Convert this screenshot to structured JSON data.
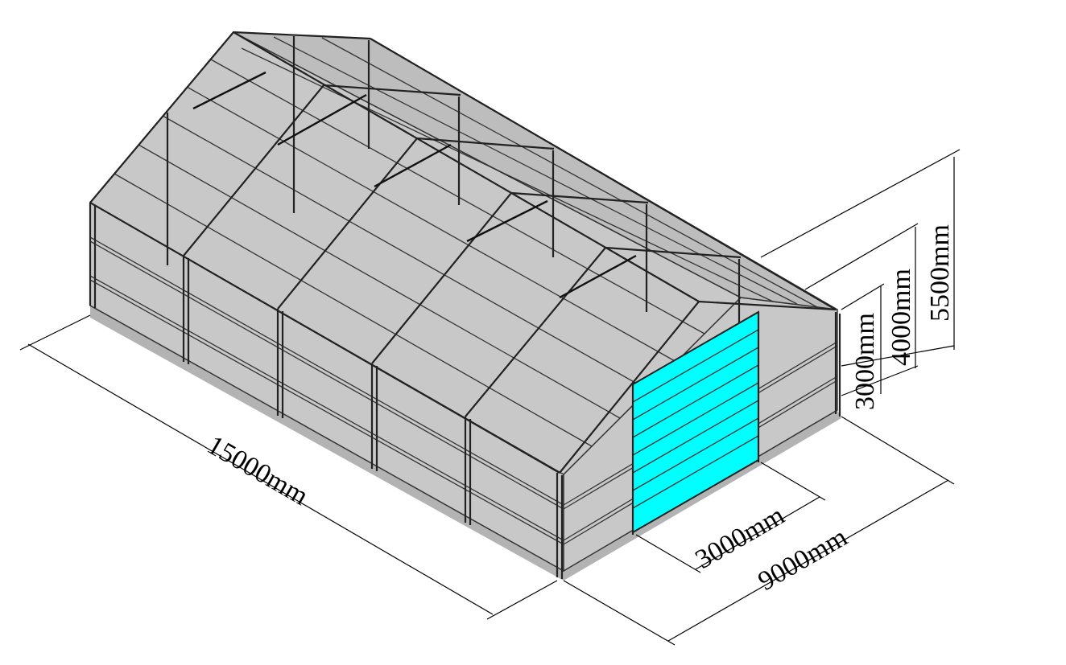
{
  "dimensions": {
    "length": "15000mm",
    "width": "9000mm",
    "door_width": "3000mm",
    "wall_height_door": "3000mm",
    "eave_height": "4000mm",
    "ridge_height": "5500mm"
  },
  "colors": {
    "cladding": "#c8c8c8",
    "shadow": "#b3b3b3",
    "door": "#00ffff",
    "frame": "#222222"
  }
}
